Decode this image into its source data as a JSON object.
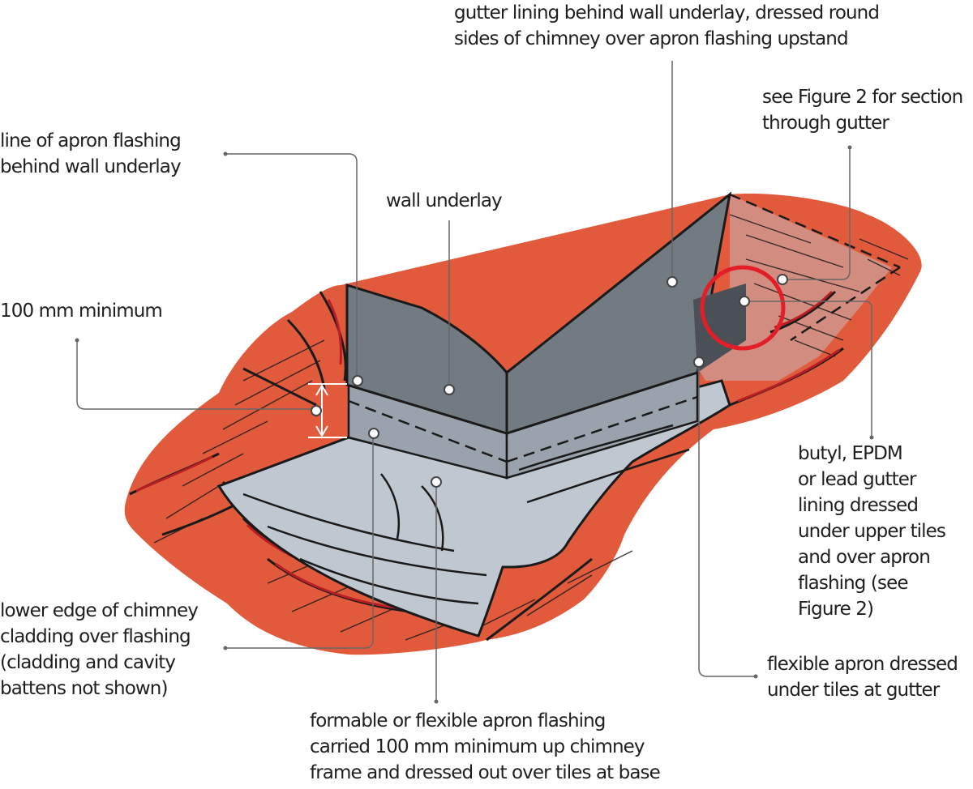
{
  "labels": {
    "gutter_lining": [
      "gutter lining behind wall underlay, dressed round",
      "sides of chimney over apron flashing upstand"
    ],
    "see_figure": [
      "see Figure 2 for section",
      "through gutter"
    ],
    "apron_line": [
      "line of apron flashing",
      "behind wall underlay"
    ],
    "wall_underlay": [
      "wall underlay"
    ],
    "minimum": [
      "100 mm minimum"
    ],
    "gutter_material": [
      "butyl, EPDM",
      "or lead gutter",
      "lining dressed",
      "under upper tiles",
      "and over apron",
      "flashing (see",
      "Figure 2)"
    ],
    "lower_edge": [
      "lower edge of chimney",
      "cladding over flashing",
      "(cladding and cavity",
      "battens not shown)"
    ],
    "flexible_apron": [
      "flexible apron dressed",
      "under tiles at gutter"
    ],
    "formable_apron": [
      "formable or flexible apron flashing",
      "carried 100 mm minimum up chimney",
      "frame and dressed out over tiles at base"
    ]
  },
  "colors": {
    "roof": "#e15a3c",
    "tile_line": "#1a1a1a",
    "tile_accent": "#b81e24",
    "flashing": "#bfc7d1",
    "wall_underlay": "#737b82",
    "wall_dark": "#4a5056",
    "gutter_tiles": "#d38c80",
    "highlight_circle": "#e41e26",
    "leader": "#666666",
    "text": "#1e1e1e"
  }
}
